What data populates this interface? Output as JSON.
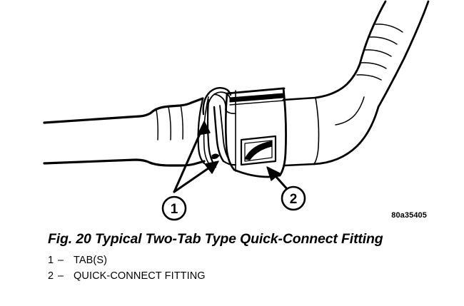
{
  "figure": {
    "part_code": "80a35405",
    "title": "Fig. 20 Typical Two-Tab Type Quick-Connect Fitting",
    "legend": [
      {
        "number": "1",
        "dash": "–",
        "label": "TAB(S)"
      },
      {
        "number": "2",
        "dash": "–",
        "label": "QUICK-CONNECT FITTING"
      }
    ],
    "callouts": [
      {
        "id": "1",
        "label": "1",
        "target": "tabs"
      },
      {
        "id": "2",
        "label": "2",
        "target": "quick-connect-fitting-body"
      }
    ],
    "colors": {
      "line": "#000000",
      "background": "#ffffff",
      "fill": "#ffffff"
    },
    "illustration": {
      "name": "two-tab-quick-connect-fitting-line-drawing",
      "parts": [
        "flexible-hose-left",
        "hose-ribs",
        "retainer-tabs",
        "fitting-collar",
        "fitting-body",
        "fitting-window",
        "outlet-tube",
        "elbow-bend",
        "ribbed-bend-tube"
      ]
    }
  }
}
